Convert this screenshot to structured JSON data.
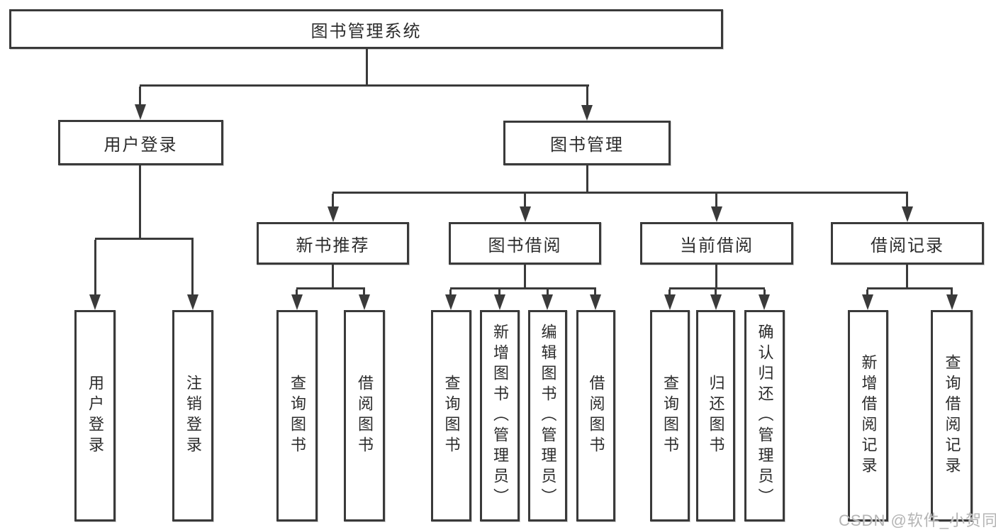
{
  "diagram_title": "图书管理系统",
  "nodes": {
    "root": "图书管理系统",
    "user": "用户登录",
    "book": "图书管理",
    "user_leaves": [
      "用户登录",
      "注销登录"
    ],
    "groups": [
      {
        "label": "新书推荐",
        "leaves": [
          "查询图书",
          "借阅图书"
        ]
      },
      {
        "label": "图书借阅",
        "leaves": [
          "查询图书",
          "新增图书（管理员）",
          "编辑图书（管理员）",
          "借阅图书"
        ]
      },
      {
        "label": "当前借阅",
        "leaves": [
          "查询图书",
          "归还图书",
          "确认归还（管理员）"
        ]
      },
      {
        "label": "借阅记录",
        "leaves": [
          "新增借阅记录",
          "查询借阅记录"
        ]
      }
    ]
  },
  "watermark": "CSDN @软件_小贺同学",
  "colors": {
    "line": "#3a3a3a",
    "box_border": "#3a3a3a",
    "text": "#2c2c2c",
    "background": "#ffffff",
    "watermark": "#b4b4b4"
  }
}
